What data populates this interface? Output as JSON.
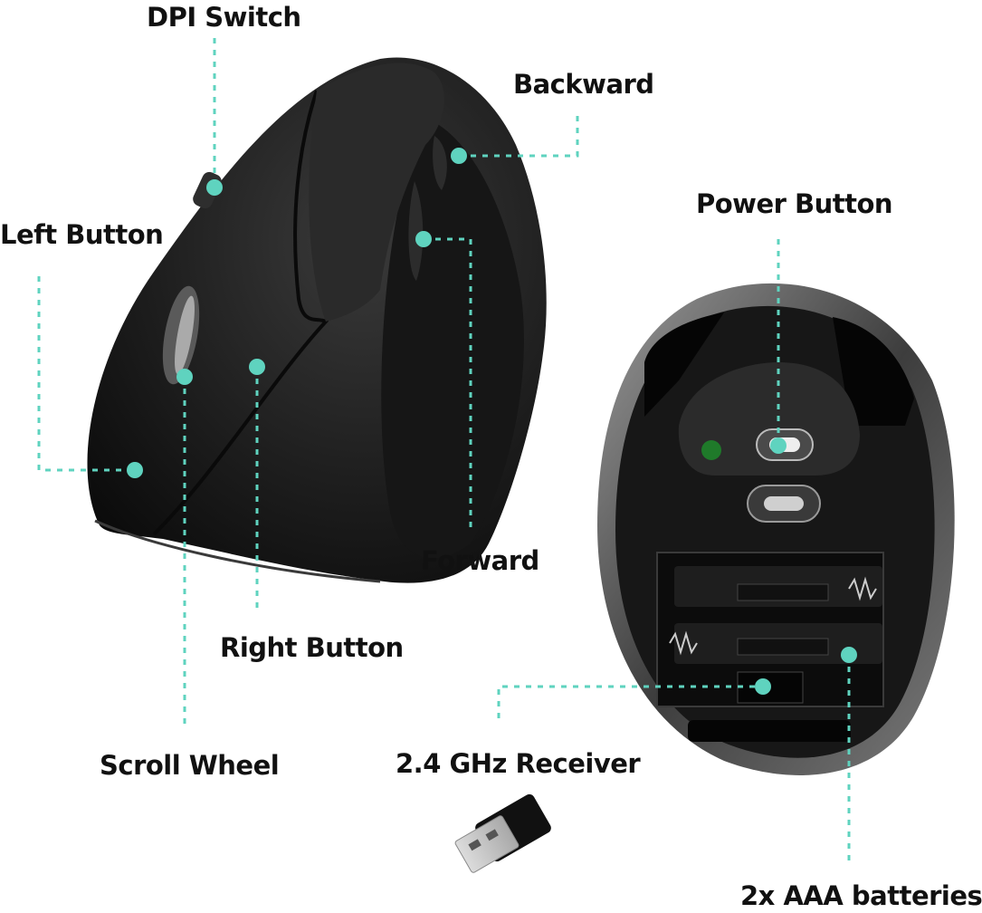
{
  "labels": {
    "dpi_switch": "DPI Switch",
    "backward": "Backward",
    "left_button": "Left Button",
    "power_button": "Power Button",
    "forward": "Forward",
    "right_button": "Right Button",
    "scroll_wheel": "Scroll Wheel",
    "receiver": "2.4 GHz Receiver",
    "batteries": "2x AAA batteries"
  },
  "colors": {
    "callout": "#5fd3bf",
    "mouse_body": "#1c1c1c",
    "label_text": "#111111",
    "led": "#1f7a2a"
  }
}
